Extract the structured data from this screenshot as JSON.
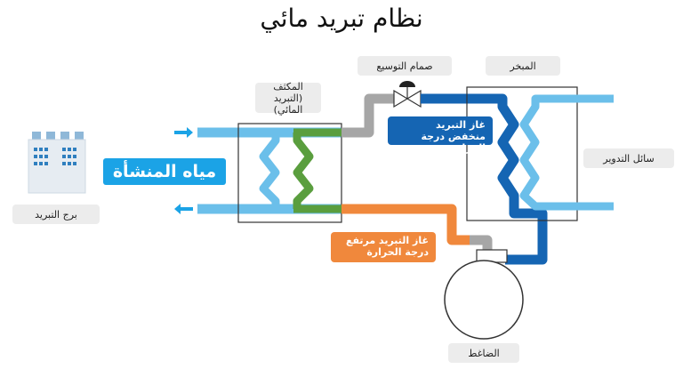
{
  "title": "نظام تبريد مائي",
  "labels": {
    "cooling_tower": "برج التبريد",
    "condenser_line1": "المكثف",
    "condenser_line2": "(التبريد المائي)",
    "expansion_valve": "صمام التوسيع",
    "evaporator": "المبخر",
    "circulating_fluid": "سائل التدوير",
    "compressor": "الضاغط",
    "facility_water": "مياه المنشأة",
    "low_temp_line1": "غاز التبريد",
    "low_temp_line2": "منخفض درجة الحرارة",
    "high_temp_line1": "غاز التبريد مرتفع",
    "high_temp_line2": "درجة الحرارة"
  },
  "colors": {
    "water_light_blue": "#6bbfea",
    "water_label_blue": "#1ba3e6",
    "refrigerant_dark_blue": "#1565b3",
    "refrigerant_orange": "#f0883c",
    "condenser_green": "#5a9e3e",
    "pipe_gray": "#a6a6a6",
    "label_gray": "#ececec"
  },
  "icons": [
    "cooling-tower-icon",
    "valve-icon",
    "compressor-icon",
    "flow-arrow-icon"
  ]
}
